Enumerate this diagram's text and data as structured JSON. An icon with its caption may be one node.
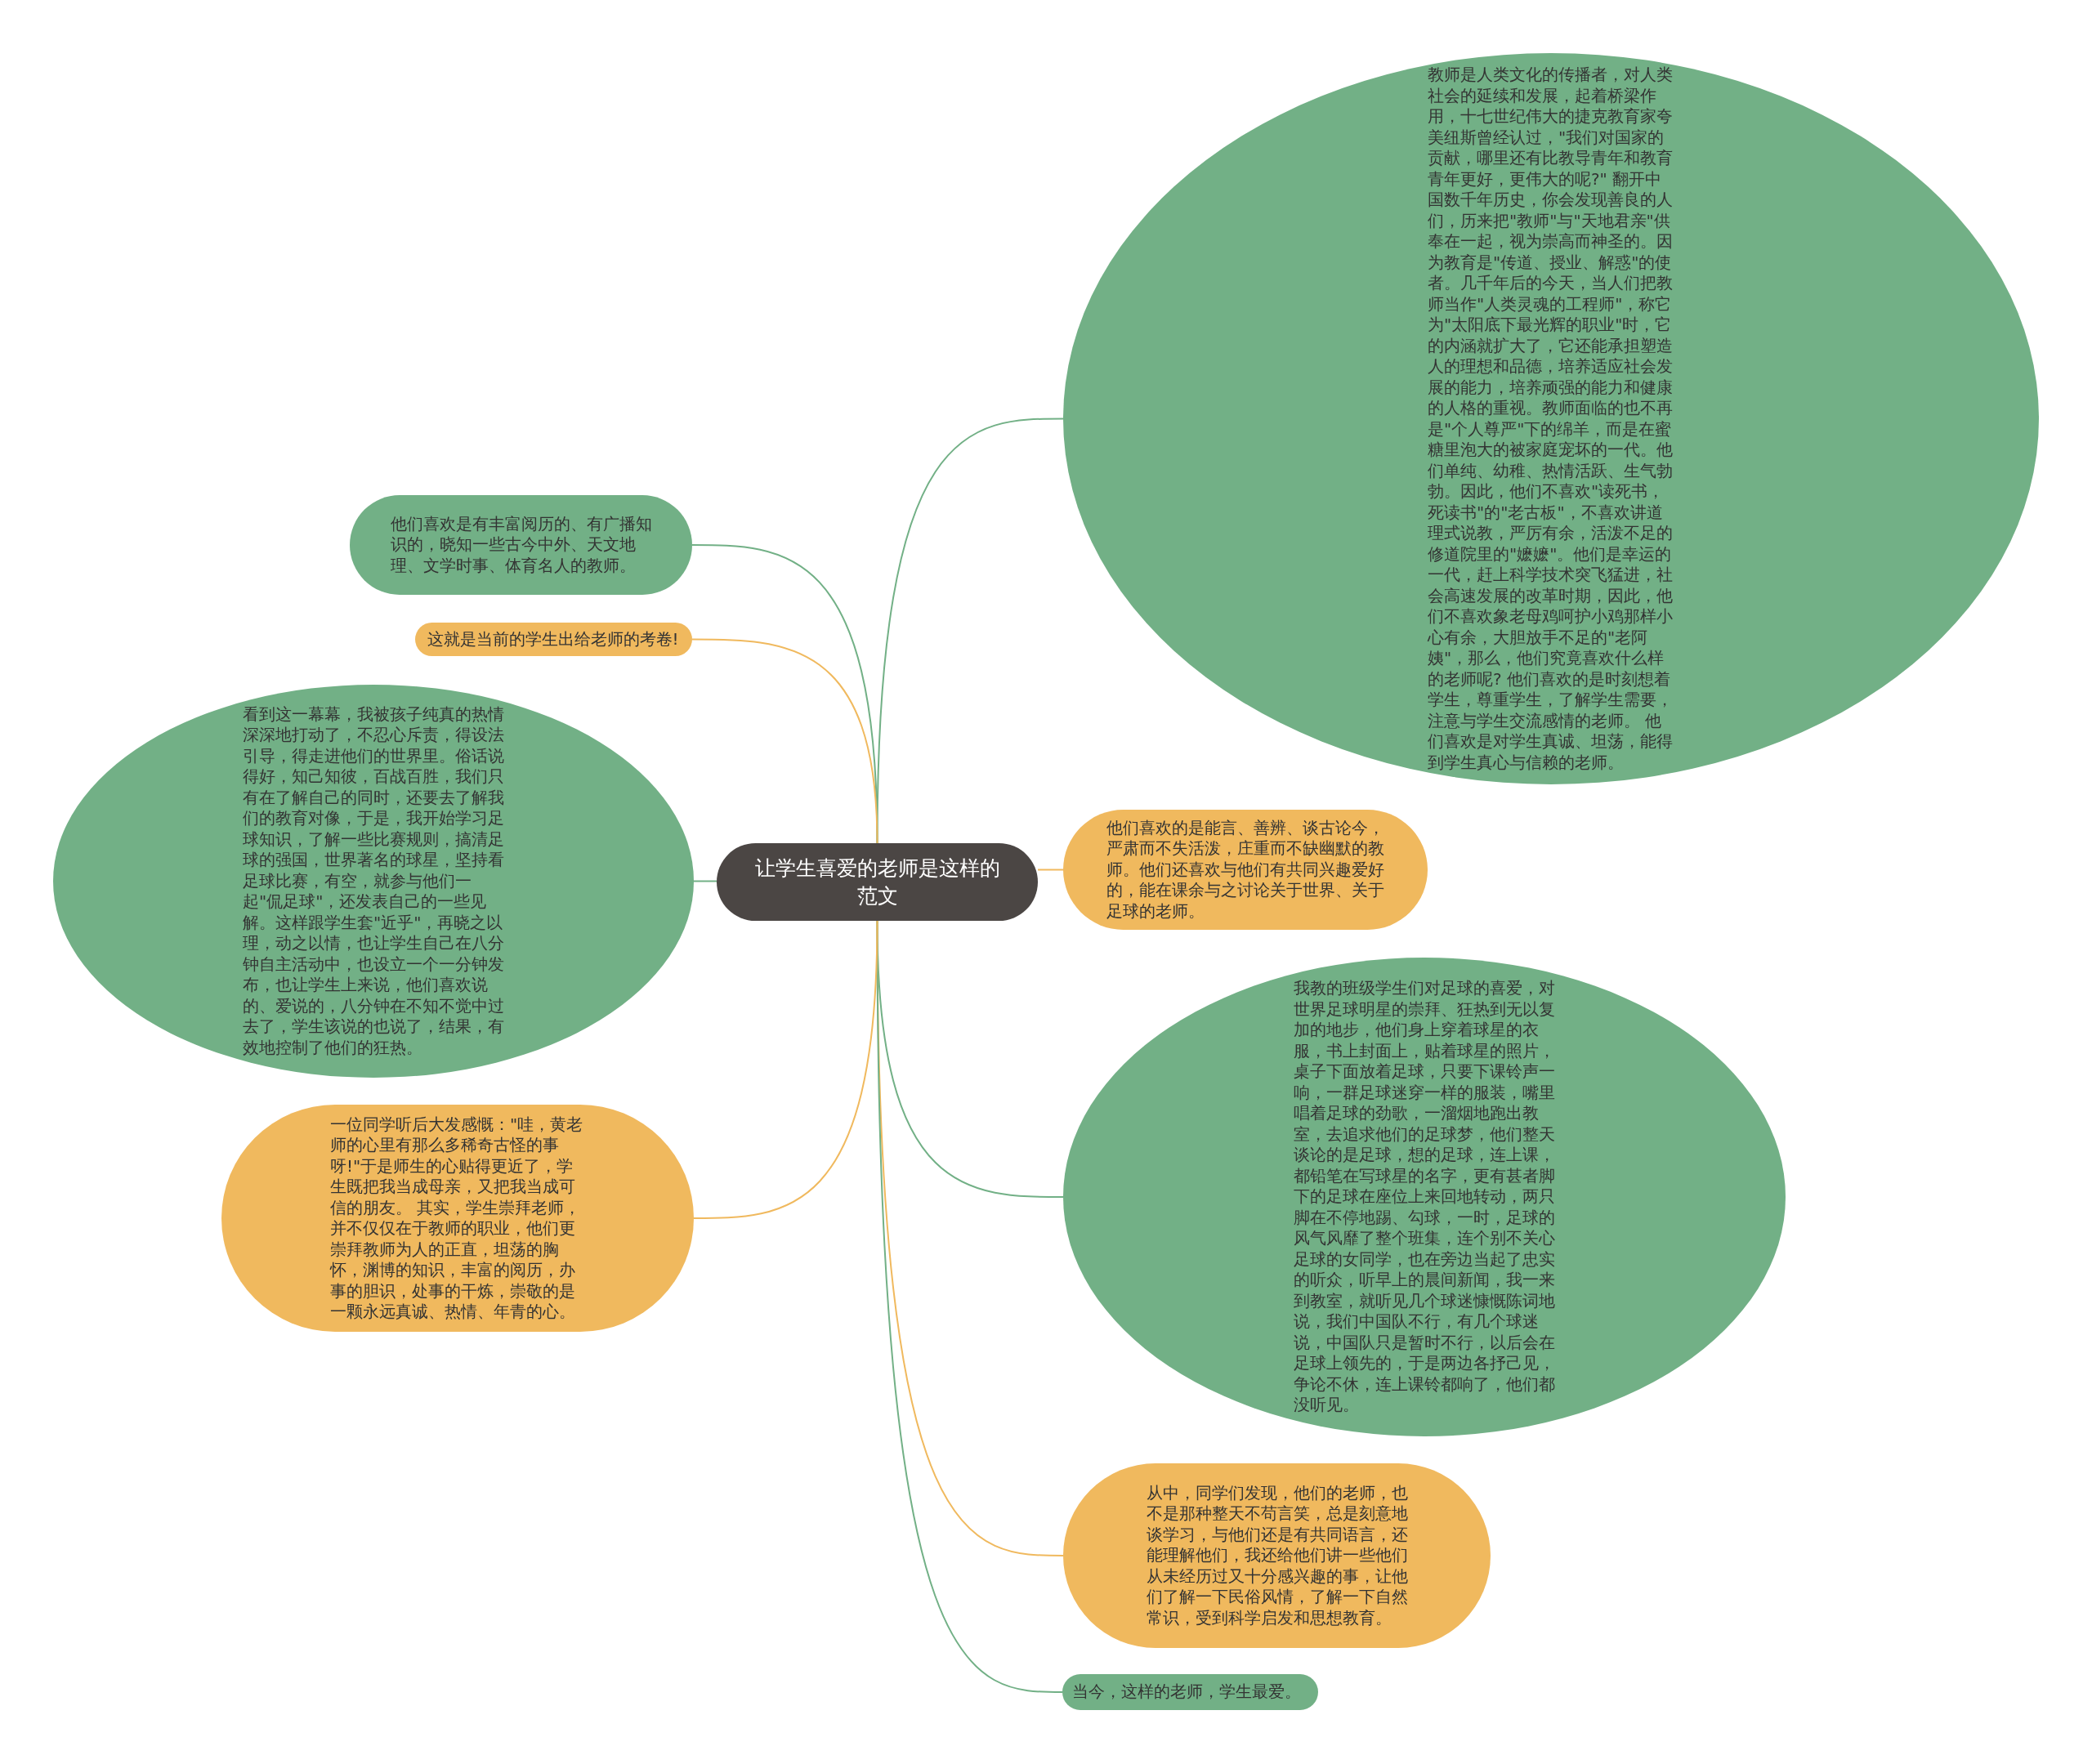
{
  "diagram": {
    "nodes": [
      {
        "text": [
          "让学生喜爱的老师是这样的范文"
        ]
      },
      {
        "text": [
          "教师是人类文化的传播者，对人类社会的延续和发展，起着桥梁作用，十七世纪伟大的捷克教育家夸美纽斯曾经认过，\"我们对国家的贡献，哪里还有比教导青年和教育青年更好，更伟大的呢?\" 翻开中国数千年历史，你会发现善良的人们，历来把\"教师\"与\"天地君亲\"供奉在一起，视为崇高而神圣的。因为教育是\"传道、授业、解惑\"的使者。几千年后的今天，当人们把教师当作\"人类灵魂的工程师\"，称它为\"太阳底下最光辉的职业\"时，它的内涵就扩大了，它还能承担塑造人的理想和品德，培养适应社会发展的能力，培养顽强的能力和健康的人格的重视。教师面临的也不再是\"个人尊严\"下的绵羊，而是在蜜糖里泡大的被家庭宠坏的一代。他们单纯、幼稚、热情活跃、生气勃勃。因此，他们不喜欢\"读死书，死读书\"的\"老古板\"，不喜欢讲道理式说教，严厉有余，活泼不足的修道院里的\"嬷嬷\"。他们是幸运的一代，赶上科学技术突飞猛进，社会高速发展的改革时期，因此，他们不喜欢象老母鸡呵护小鸡那样小心有余，大胆放手不足的\"老阿姨\"，那么，他们究竟喜欢什么样的老师呢? 他们喜欢的是时刻想着学生，尊重学生，了解学生需要，注意与学生交流感情的老师。 他们喜欢是对学生真诚、坦荡，能得到学生真心与信赖的老师。"
        ]
      },
      {
        "text": [
          "他们喜欢的是能言、善辨、谈古论今，严肃而不失活泼，庄重而不缺幽默的教师。他们还喜欢与他们有共同兴趣爱好的，能在课余与之讨论关于世界、关于足球的老师。"
        ]
      },
      {
        "text": [
          "我教的班级学生们对足球的喜爱，对世界足球明星的崇拜、狂热到无以复加的地步，他们身上穿着球星的衣服，书上封面上，贴着球星的照片，桌子下面放着足球，只要下课铃声一响，一群足球迷穿一样的服装，嘴里唱着足球的劲歌，一溜烟地跑出教室，去追求他们的足球梦，他们整天谈论的是足球，想的足球，连上课，都铅笔在写球星的名字，更有甚者脚下的足球在座位上来回地转动，两只脚在不停地踢、勾球，一时，足球的风气风靡了整个班集，连个别不关心足球的女同学，也在旁边当起了忠实的听众，听早上的晨间新闻，我一来到教室，就听见几个球迷慷慨陈词地说，我们中国队不行，有几个球迷说，中国队只是暂时不行，以后会在足球上领先的，于是两边各抒己见，争论不休，连上课铃都响了，他们都没听见。"
        ]
      },
      {
        "text": [
          "从中，同学们发现，他们的老师，也不是那种整天不苟言笑，总是刻意地谈学习，与他们还是有共同语言，还能理解他们，我还给他们讲一些他们从未经历过又十分感兴趣的事，让他们了解一下民俗风情，了解一下自然常识，受到科学启发和思想教育。"
        ]
      },
      {
        "text": [
          "当今，这样的老师，学生最爱。"
        ]
      },
      {
        "text": [
          "他们喜欢是有丰富阅历的、有广播知识的，晓知一些古今中外、天文地理、文学时事、体育名人的教师。"
        ]
      },
      {
        "text": [
          "这就是当前的学生出给老师的考卷!"
        ]
      },
      {
        "text": [
          "看到这一幕幕，我被孩子纯真的热情深深地打动了，不忍心斥责，得设法引导，得走进他们的世界里。俗话说得好，知己知彼，百战百胜，我们只有在了解自己的同时，还要去了解我们的教育对像，于是，我开始学习足球知识，了解一些比赛规则，搞清足球的强国，世界著名的球星，坚持看足球比赛，有空，就参与他们一起\"侃足球\"，还发表自己的一些见解。这样跟学生套\"近乎\"，再晓之以理，动之以情，也让学生自己在八分钟自主活动中，也设立一个一分钟发布，也让学生上来说，他们喜欢说的、爱说的，八分钟在不知不觉中过去了，学生该说的也说了，结果，有效地控制了他们的狂热。"
        ]
      },
      {
        "text": [
          "一位同学听后大发感慨：\"哇，黄老师的心里有那么多稀奇古怪的事呀!\"于是师生的心贴得更近了，学生既把我当成母亲，又把我当成可信的朋友。 其实，学生崇拜老师，并不仅仅在于教师的职业，他们更崇拜教师为人的正直，坦荡的胸怀，渊博的知识，丰富的阅历，办事的胆识，处事的干炼，崇敬的是一颗永远真诚、热情、年青的心。"
        ]
      }
    ],
    "edges": [
      {
        "from": 0,
        "to": 1,
        "arrow": "none"
      },
      {
        "from": 0,
        "to": 2,
        "arrow": "none",
        "color": "#f0b95e"
      },
      {
        "from": 0,
        "to": 3,
        "arrow": "none"
      },
      {
        "from": 0,
        "to": 4,
        "arrow": "none",
        "color": "#f0b95e"
      },
      {
        "from": 0,
        "to": 5,
        "arrow": "none"
      },
      {
        "from": 0,
        "to": 6,
        "arrow": "none"
      },
      {
        "from": 0,
        "to": 7,
        "arrow": "none",
        "color": "#f0b95e"
      },
      {
        "from": 0,
        "to": 8,
        "arrow": "none"
      },
      {
        "from": 0,
        "to": 9,
        "arrow": "none",
        "color": "#f0b95e"
      }
    ]
  }
}
